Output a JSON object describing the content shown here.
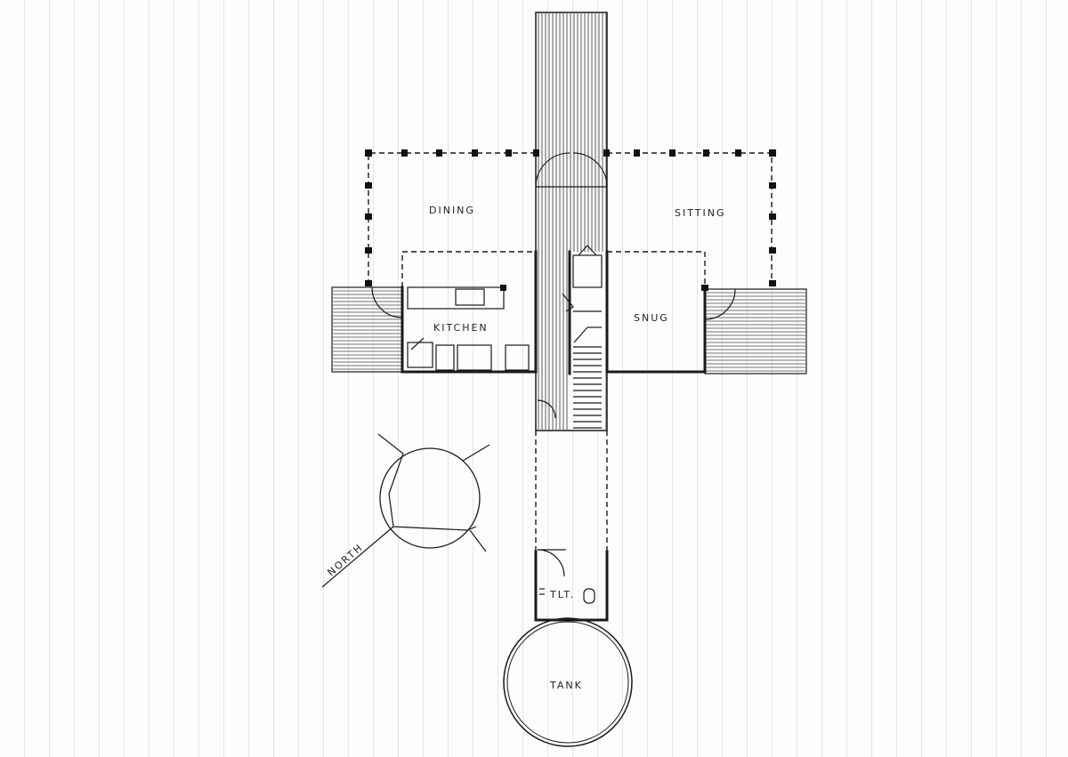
{
  "plan": {
    "rooms": {
      "dining": "DINING",
      "sitting": "SITTING",
      "kitchen": "KITCHEN",
      "snug": "SNUG",
      "toilet": "TLT.",
      "tank": "TANK"
    },
    "north_label": "NORTH"
  },
  "colors": {
    "ink": "#1a1a1a",
    "paper": "#fdfdfd",
    "rule": "#e6e6e6"
  }
}
